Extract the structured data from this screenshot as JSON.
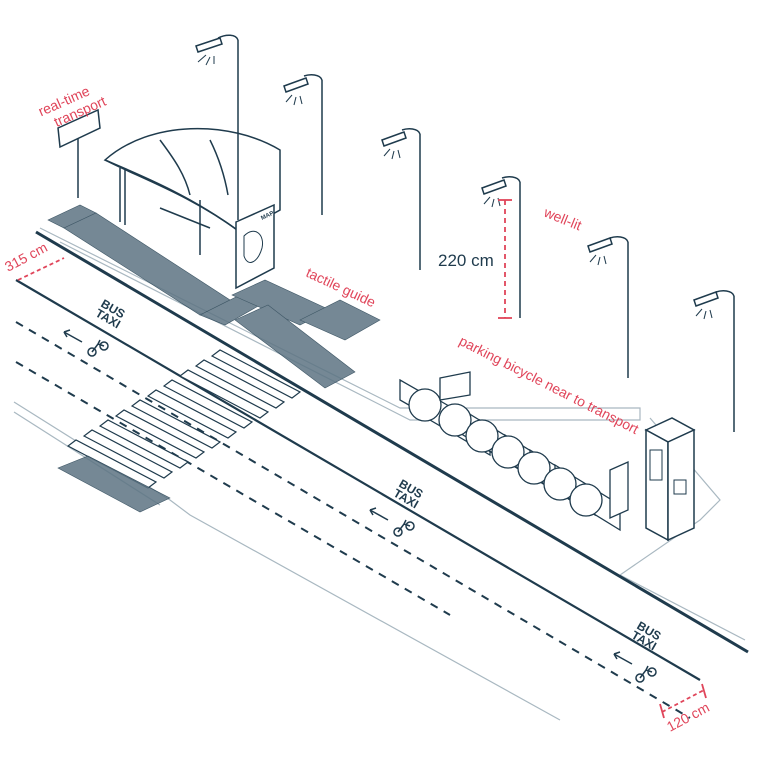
{
  "labels": {
    "real_time_1": "real-time",
    "real_time_2": "transport",
    "well_lit": "well-lit",
    "height_220": "220 cm",
    "tactile": "tactile guide",
    "parking": "parking bicycle near to transport",
    "w315": "315 cm",
    "w120": "120 cm"
  },
  "lane": {
    "bus": "BUS",
    "taxi": "TAXI"
  },
  "map_label": "MAP",
  "colors": {
    "navy": "#1f3b4d",
    "accent": "#e0455a",
    "light": "#9fb0ba"
  }
}
